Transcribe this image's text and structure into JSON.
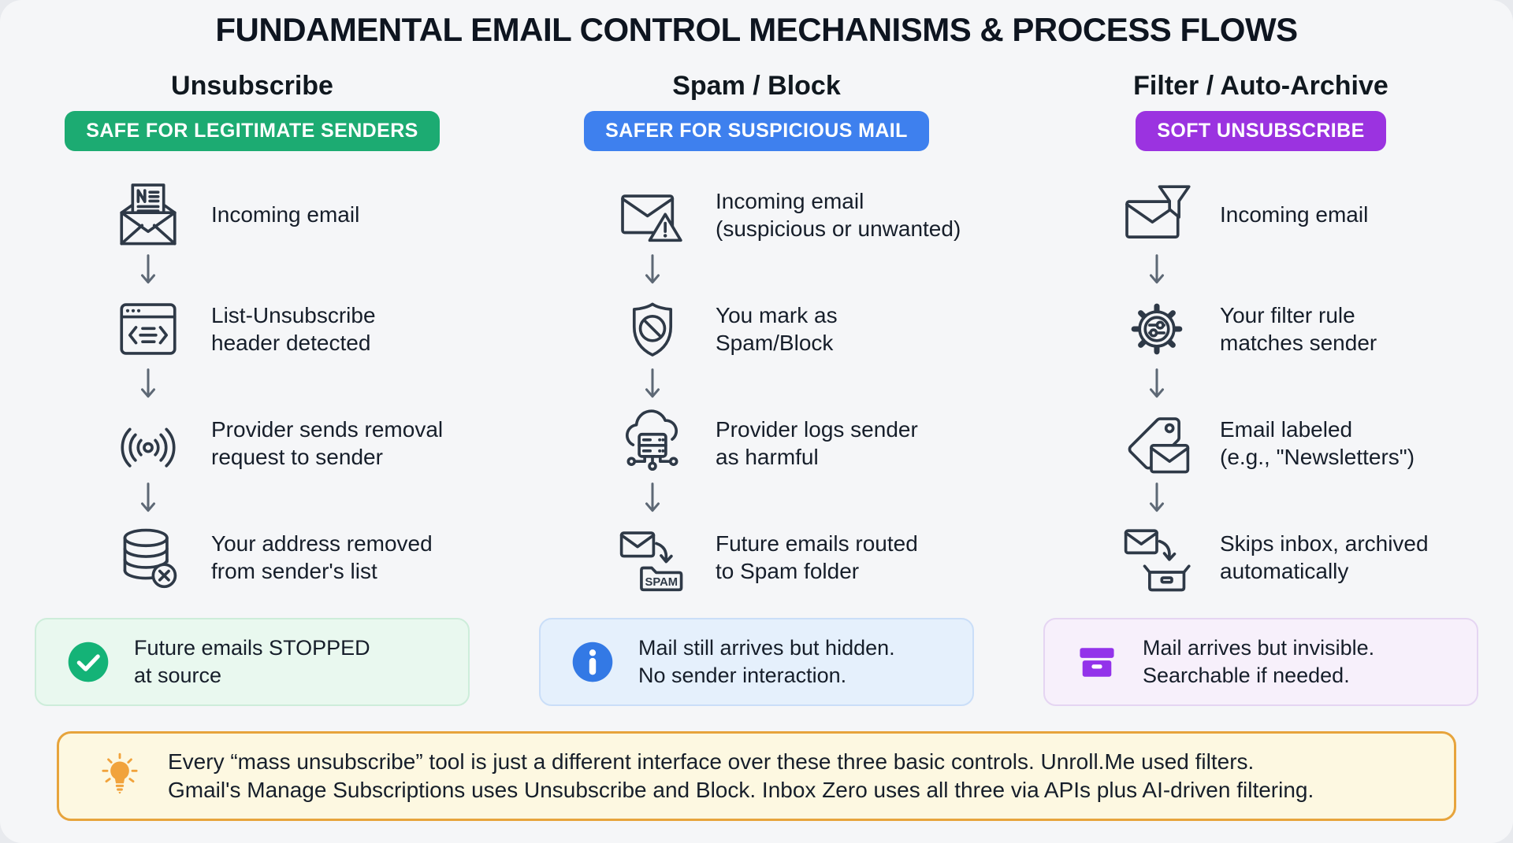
{
  "title": "FUNDAMENTAL EMAIL CONTROL MECHANISMS & PROCESS FLOWS",
  "columns": [
    {
      "heading": "Unsubscribe",
      "badge": {
        "label": "SAFE FOR LEGITIMATE SENDERS",
        "color": "#1cab72"
      },
      "steps": [
        {
          "icon": "newsletter-email-icon",
          "label": "Incoming email"
        },
        {
          "icon": "list-unsubscribe-header-icon",
          "label": "List-Unsubscribe\nheader detected"
        },
        {
          "icon": "broadcast-signal-icon",
          "label": "Provider sends removal\nrequest to sender"
        },
        {
          "icon": "database-remove-icon",
          "label": "Your address removed\nfrom sender's list"
        }
      ],
      "result": {
        "icon": "check-circle-icon",
        "label": "Future emails STOPPED\nat source",
        "bg": "#e9f8ef",
        "border": "#cdedda",
        "icon_color": "#14b377"
      }
    },
    {
      "heading": "Spam / Block",
      "badge": {
        "label": "SAFER FOR SUSPICIOUS MAIL",
        "color": "#3e80ee"
      },
      "steps": [
        {
          "icon": "suspicious-email-icon",
          "label": "Incoming email\n(suspicious or unwanted)"
        },
        {
          "icon": "shield-block-icon",
          "label": "You mark as\nSpam/Block"
        },
        {
          "icon": "cloud-server-icon",
          "label": "Provider logs sender\nas harmful"
        },
        {
          "icon": "spam-folder-route-icon",
          "label": "Future emails routed\nto Spam folder"
        }
      ],
      "result": {
        "icon": "info-circle-icon",
        "label": "Mail still arrives but hidden.\nNo sender interaction.",
        "bg": "#e5f0fc",
        "border": "#cadef8",
        "icon_color": "#3379e5"
      }
    },
    {
      "heading": "Filter / Auto-Archive",
      "badge": {
        "label": "SOFT UNSUBSCRIBE",
        "color": "#9b33e0"
      },
      "steps": [
        {
          "icon": "email-filter-funnel-icon",
          "label": "Incoming email"
        },
        {
          "icon": "filter-rule-gear-icon",
          "label": "Your filter rule\nmatches sender"
        },
        {
          "icon": "label-tag-icon",
          "label": "Email labeled\n(e.g., \"Newsletters\")"
        },
        {
          "icon": "auto-archive-route-icon",
          "label": "Skips inbox, archived\nautomatically"
        }
      ],
      "result": {
        "icon": "archive-box-icon",
        "label": "Mail arrives but invisible.\nSearchable if needed.",
        "bg": "#f7f0fb",
        "border": "#e5d5f2",
        "icon_color": "#9333ea"
      }
    }
  ],
  "note": {
    "icon": "lightbulb-icon",
    "icon_color": "#f1a33c",
    "bg": "#fdf8e1",
    "border": "#e7a43c",
    "text": "Every “mass unsubscribe” tool is just a different interface over these three basic controls. Unroll.Me used filters.\nGmail's Manage Subscriptions uses Unsubscribe and Block. Inbox Zero uses all three via APIs plus AI-driven filtering."
  }
}
